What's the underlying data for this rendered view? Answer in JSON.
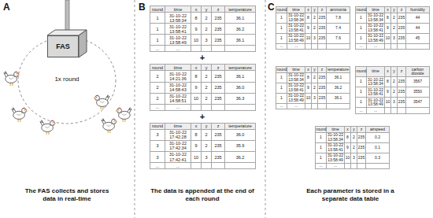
{
  "diagram": {
    "nodes": [
      {
        "text": [
          "FAS"
        ]
      }
    ],
    "labels": [
      "A",
      "1x round",
      "The FAS collects and stores data in real-time",
      "B",
      "round",
      "time",
      "x",
      "y",
      "z",
      "temperature",
      "1",
      "31-10-22 13:58:34",
      "8",
      "2",
      "235",
      "36.1",
      "1",
      "31-10-22 13:58:41",
      "9",
      "2",
      "235",
      "36.2",
      "1",
      "31-10-22 13:58:49",
      "10",
      "3",
      "235",
      "36.1",
      "...",
      "...",
      "+",
      "round",
      "time",
      "x",
      "y",
      "z",
      "temperature",
      "2",
      "31-10-22 14:21:36",
      "8",
      "2",
      "235",
      "36.1",
      "2",
      "31-10-22 14:58:43",
      "9",
      "2",
      "235",
      "36.0",
      "2",
      "31-10-22 14:58:51",
      "10",
      "2",
      "235",
      "36.3",
      "...",
      "...",
      "+",
      "round",
      "time",
      "x",
      "y",
      "z",
      "temperature",
      "3",
      "31-10-22 17:42:28",
      "8",
      "2",
      "235",
      "36.0",
      "3",
      "31-10-22 17:42:34",
      "9",
      "2",
      "235",
      "35.9",
      "3",
      "31-10-22 17:42:41",
      "10",
      "3",
      "235",
      "36.2",
      "...",
      "...",
      "The data is appended at the end of each round",
      "C",
      "round",
      "time",
      "x",
      "y",
      "z",
      "ammonia",
      "1",
      "31-10-22 13:58:34",
      "8",
      "2",
      "235",
      "7.8",
      "1",
      "31-10-22 13:58:41",
      "9",
      "2",
      "235",
      "7.4",
      "1",
      "31-10-22 13:58:49",
      "10",
      "3",
      "235",
      "7.6",
      "...",
      "...",
      "round",
      "time",
      "x",
      "y",
      "z",
      "humidity",
      "1",
      "31-10-22 13:58:34",
      "8",
      "2",
      "235",
      "44",
      "1",
      "31-10-22 13:58:41",
      "9",
      "2",
      "235",
      "44",
      "1",
      "31-10-22 13:58:49",
      "10",
      "3",
      "235",
      "45",
      "...",
      "...",
      "round",
      "time",
      "x",
      "y",
      "z",
      "temperature",
      "1",
      "31-10-22 13:58:34",
      "8",
      "2",
      "235",
      "36.1",
      "1",
      "31-10-22 13:58:41",
      "9",
      "2",
      "235",
      "36.2",
      "1",
      "31-10-22 13:58:49",
      "10",
      "3",
      "235",
      "36.1",
      "...",
      "...",
      "round",
      "time",
      "x",
      "y",
      "z",
      "carbon dioxide",
      "1",
      "31-10-22 13:58:34",
      "8",
      "2",
      "235",
      "3567",
      "1",
      "31-10-22 13:58:41",
      "9",
      "2",
      "235",
      "3550",
      "1",
      "31-10-22 13:58:49",
      "10",
      "3",
      "235",
      "3547",
      "...",
      "...",
      "round",
      "time",
      "x",
      "y",
      "z",
      "airspeed",
      "1",
      "31-10-22 13:58:34",
      "8",
      "2",
      "235",
      "0.2",
      "1",
      "31-10-22 13:58:41",
      "9",
      "2",
      "235",
      "0.1",
      "1",
      "31-10-22 13:58:49",
      "10",
      "3",
      "235",
      "0.3",
      "...",
      "...",
      "Each parameter is stored in a separate data table"
    ]
  }
}
